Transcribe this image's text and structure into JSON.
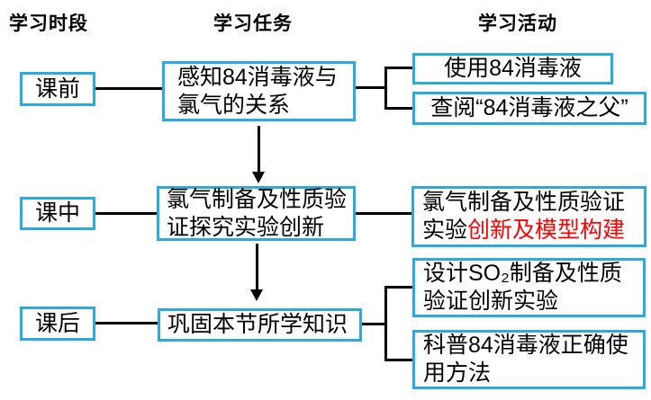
{
  "colors": {
    "box_border": "#29ABE2",
    "connector": "#000000",
    "text": "#000000",
    "highlight_text": "#FF0000",
    "background": "#FFFFFF"
  },
  "headers": {
    "period": "学习时段",
    "task": "学习任务",
    "activity": "学习活动"
  },
  "rows": [
    {
      "period": "课前",
      "task_lines": [
        "感知84消毒液与",
        "氯气的关系"
      ],
      "activities": [
        {
          "lines": [
            "使用84消毒液"
          ]
        },
        {
          "lines": [
            "查阅“84消毒液之父”"
          ]
        }
      ]
    },
    {
      "period": "课中",
      "task_lines": [
        "氯气制备及性质验",
        "证探究实验创新"
      ],
      "activities": [
        {
          "line1": "氯气制备及性质验证",
          "line2_black": "实验",
          "line2_red": "创新及模型构建"
        }
      ]
    },
    {
      "period": "课后",
      "task_lines": [
        "巩固本节所学知识"
      ],
      "activities": [
        {
          "lines": [
            "设计SO₂制备及性质",
            "验证创新实验"
          ]
        },
        {
          "lines": [
            "科普84消毒液正确使",
            "用方法"
          ]
        }
      ]
    }
  ]
}
